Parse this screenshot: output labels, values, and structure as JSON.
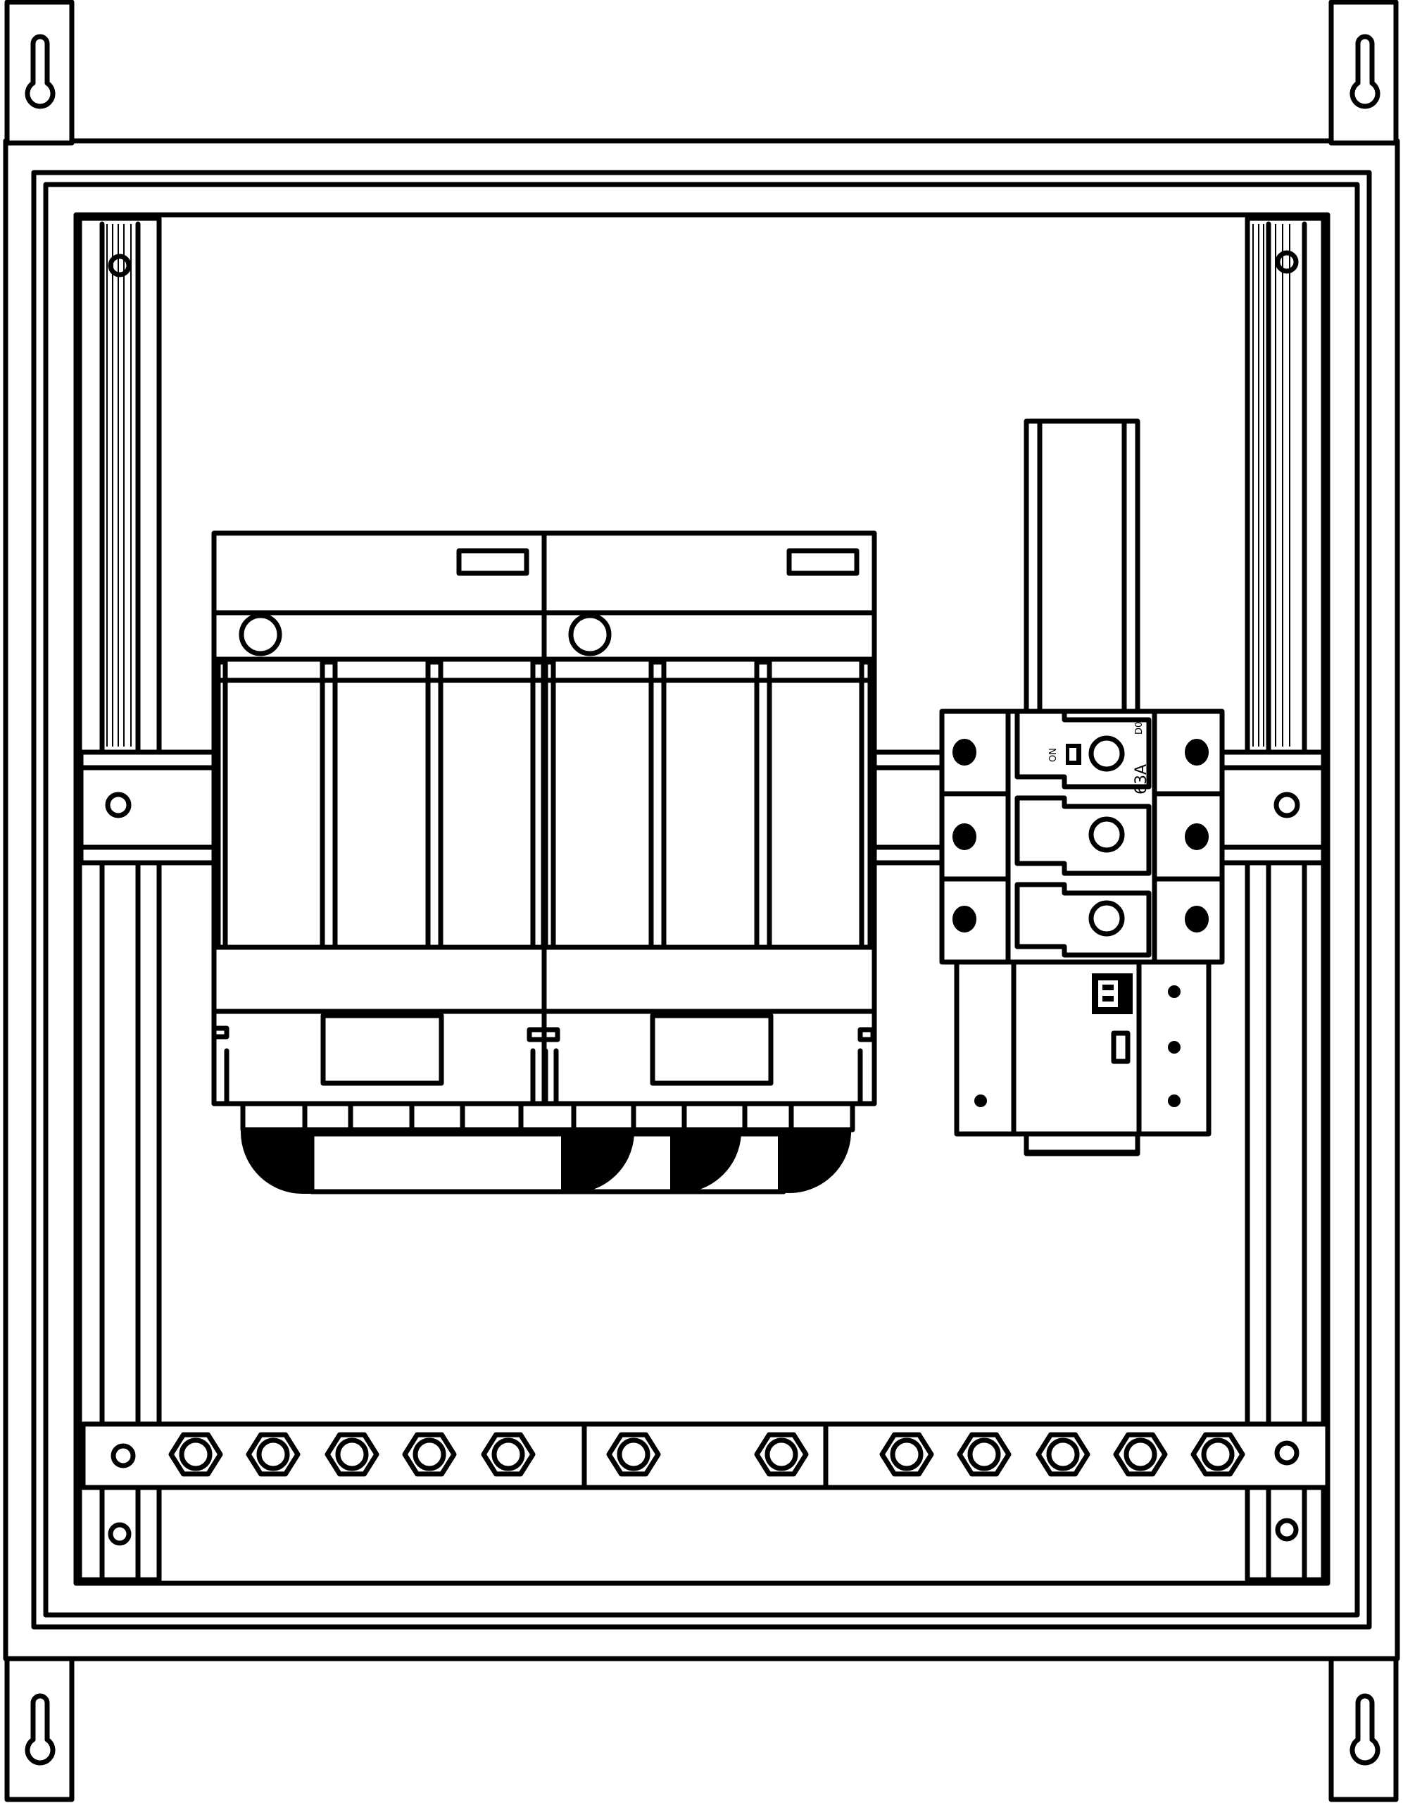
{
  "breaker": {
    "rating": "63A",
    "state": "ON",
    "small_code": "D0"
  }
}
